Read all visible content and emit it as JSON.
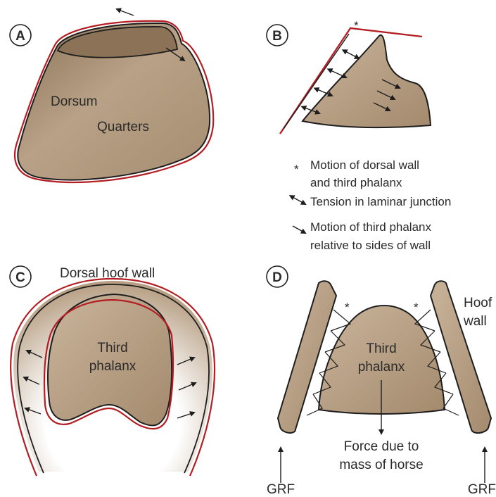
{
  "panels": {
    "a": {
      "letter": "A",
      "labels": {
        "dorsum": "Dorsum",
        "quarters": "Quarters"
      }
    },
    "b": {
      "letter": "B"
    },
    "c": {
      "letter": "C",
      "labels": {
        "dorsal_hoof_wall": "Dorsal hoof wall",
        "third_phalanx_l1": "Third",
        "third_phalanx_l2": "phalanx"
      }
    },
    "d": {
      "letter": "D",
      "labels": {
        "third_phalanx_l1": "Third",
        "third_phalanx_l2": "phalanx",
        "hoof_l1": "Hoof",
        "hoof_l2": "wall",
        "force_l1": "Force due to",
        "force_l2": "mass of horse",
        "grf_left": "GRF",
        "grf_right": "GRF"
      }
    }
  },
  "legend": {
    "asterisk_symbol": "*",
    "item1_l1": "Motion of dorsal wall",
    "item1_l2": "and third phalanx",
    "item2": "Tension in laminar junction",
    "item3_l1": "Motion of third phalanx",
    "item3_l2": "relative to sides of wall"
  },
  "colors": {
    "bone_fill": "#b49a7f",
    "outline": "#1e1e1e",
    "displaced_outline": "#b41e23"
  }
}
